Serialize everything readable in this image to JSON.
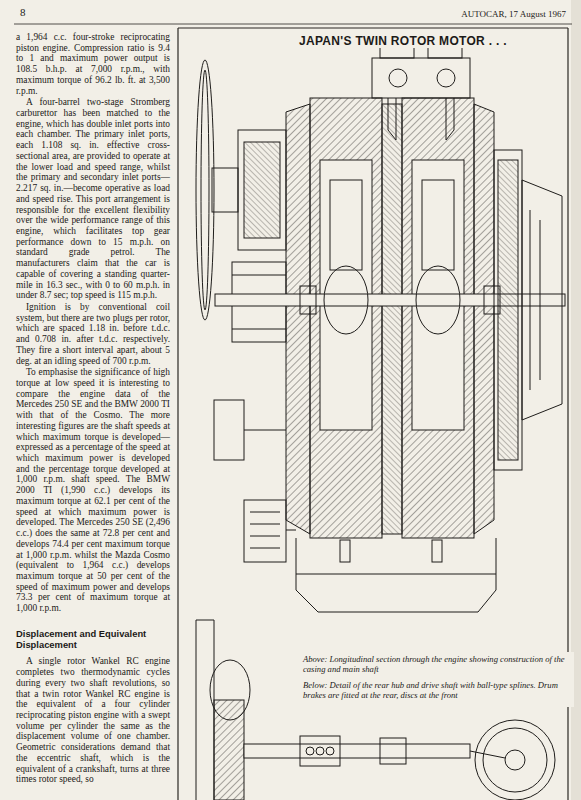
{
  "diagram": {
    "title": "JAPAN'S TWIN ROTOR MOTOR . . .",
    "labels": [
      "8",
      "AUTOCAR, 17 August 1967",
      "a 1,964 c.c. four-stroke reciprocating piston engine. Compression ratio is 9.4 to 1 and maximum power output is 108.5 b.h.p. at 7,000 r.p.m., with maximum torque of 96.2 lb. ft. at 3,500 r.p.m.",
      "A four-barrel two-stage Stromberg carburettor has been matched to the engine, which has double inlet ports into each chamber. The primary inlet ports, each 1.108 sq. in. effective cross-sectional area, are provided to operate at the lower load and speed range, whilst the primary and secondary inlet ports—2.217 sq. in.—become operative as load and speed rise. This port arrangement is responsible for the excellent flexibility over the wide performance range of this engine, which facilitates top gear performance down to 15 m.p.h. on standard grade petrol. The manufacturers claim that the car is capable of covering a standing quarter-mile in 16.3 sec., with 0 to 60 m.p.h. in under 8.7 sec; top speed is 115 m.p.h.",
      "Ignition is by conventional coil system, but there are two plugs per rotor, which are spaced 1.18 in. before t.d.c. and 0.708 in. after t.d.c. respectively. They fire a short interval apart, about 5 deg. at an idling speed of 700 r.p.m.",
      "To emphasise the significance of high torque at low speed it is interesting to compare the engine data of the Mercedes 250 SE and the BMW 2000 TI with that of the Cosmo. The more interesting figures are the shaft speeds at which maximum torque is developed—expressed as a percentage of the speed at which maximum power is developed and the percentage torque developed at 1,000 r.p.m. shaft speed. The BMW 2000 TI (1,990 c.c.) develops its maximum torque at 62.1 per cent of the speed at which maximum power is developed. The Mercedes 250 SE (2,496 c.c.) does the same at 72.8 per cent and develops 74.4 per cent maximum torque at 1,000 r.p.m. whilst the Mazda Cosmo (equivalent to 1,964 c.c.) develops maximum torque at 50 per cent of the speed of maximum power and develops 73.3 per cent of maximum torque at 1,000 r.p.m.",
      "Displacement and Equivalent Displacement",
      "A single rotor Wankel RC engine completes two thermodynamic cycles during every two shaft revolutions, so that a twin rotor Wankel RC engine is the equivalent of a four cylinder reciprocating piston engine with a swept volume per cylinder the same as the displacement volume of one chamber. Geometric considerations demand that the eccentric shaft, which is the equivalent of a crankshaft, turns at three times rotor speed, so",
      "Above: Longitudinal section through the engine showing construction of the casing and main shaft",
      "Below: Detail of the rear hub and drive shaft with ball-type splines. Drum brakes are fitted at the rear, discs at the front"
    ]
  }
}
